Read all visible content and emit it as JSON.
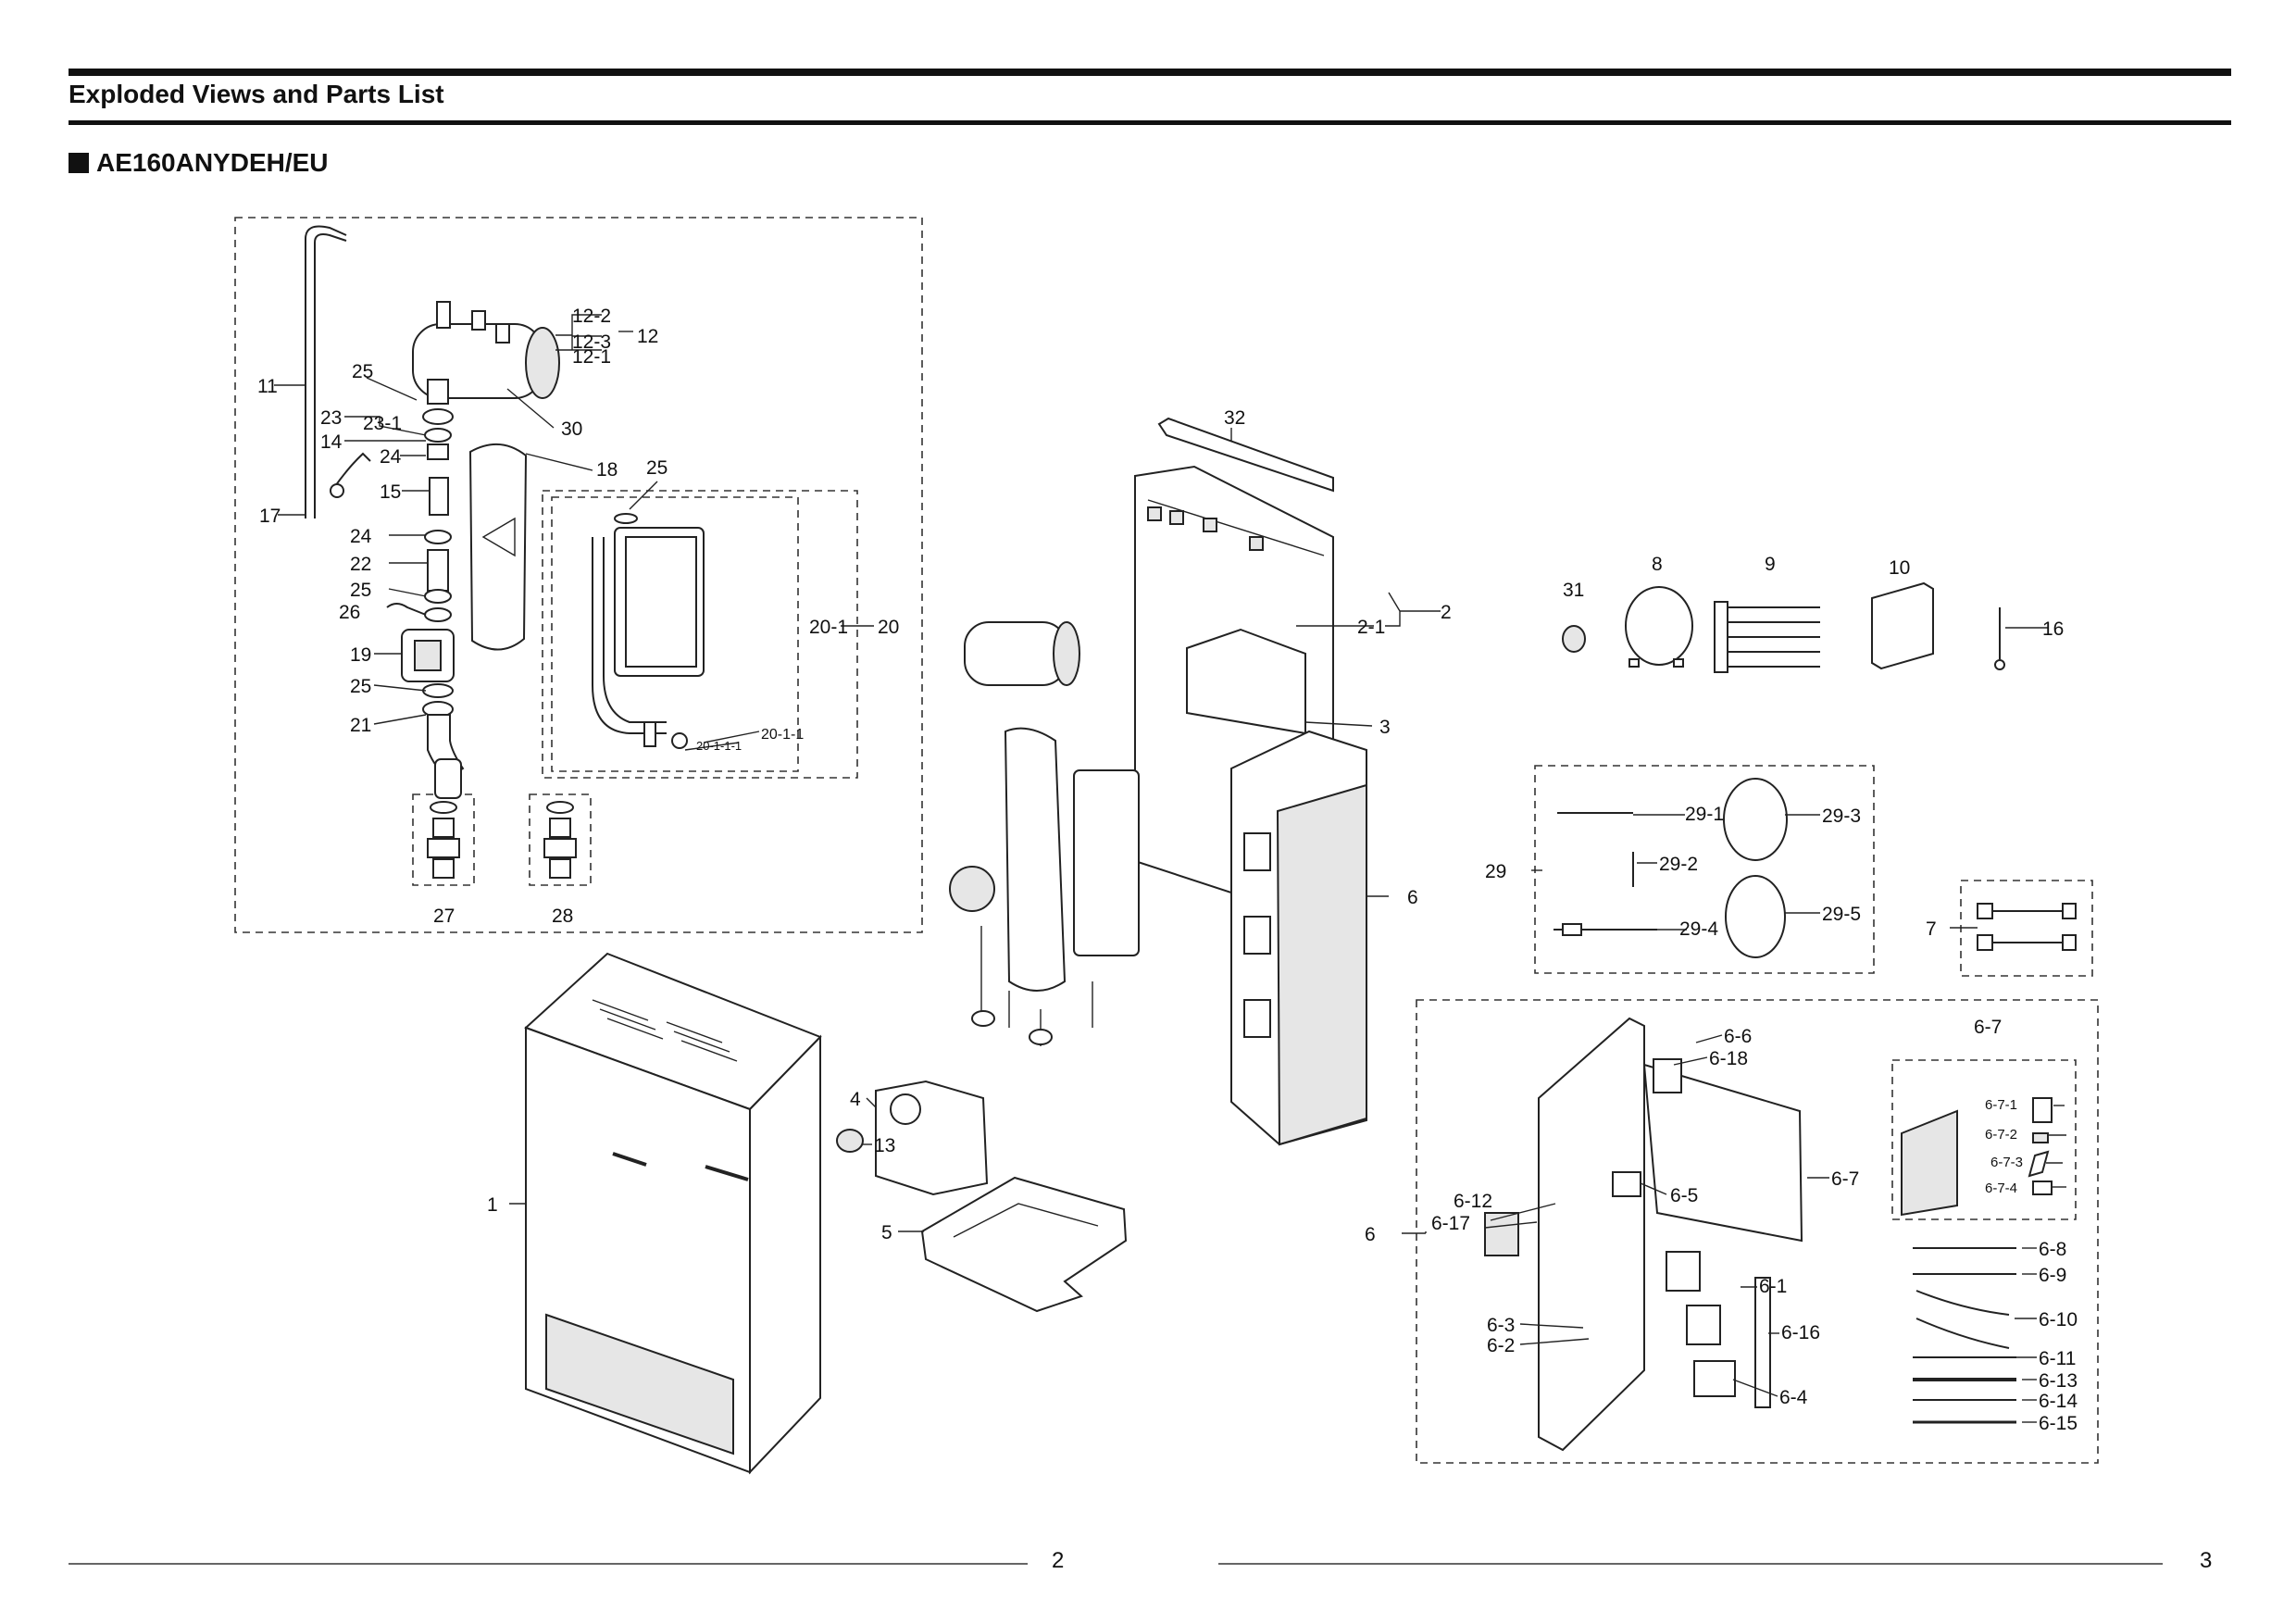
{
  "header": {
    "title": "Exploded Views and Parts List",
    "model": "AE160ANYDEH/EU"
  },
  "footer": {
    "page_left": "2",
    "page_right": "3"
  },
  "callouts": {
    "c1": "1",
    "c2": "2",
    "c2_1": "2-1",
    "c3": "3",
    "c4": "4",
    "c5": "5",
    "c6_main": "6",
    "c6_detail": "6",
    "c7": "7",
    "c8": "8",
    "c9": "9",
    "c10": "10",
    "c11": "11",
    "c12": "12",
    "c12_1": "12-1",
    "c12_2": "12-2",
    "c12_3": "12-3",
    "c13": "13",
    "c14": "14",
    "c15": "15",
    "c16": "16",
    "c17": "17",
    "c18": "18",
    "c19": "19",
    "c20": "20",
    "c20_1": "20-1",
    "c20_1_1": "20-1-1",
    "c20_1_1_1": "20-1-1-1",
    "c21": "21",
    "c22": "22",
    "c23": "23",
    "c23_1": "23-1",
    "c24a": "24",
    "c24b": "24",
    "c25a": "25",
    "c25b": "25",
    "c25c": "25",
    "c25d": "25",
    "c26": "26",
    "c27": "27",
    "c28": "28",
    "c29": "29",
    "c29_1": "29-1",
    "c29_2": "29-2",
    "c29_3": "29-3",
    "c29_4": "29-4",
    "c29_5": "29-5",
    "c30": "30",
    "c31": "31",
    "c32": "32",
    "c6_1": "6-1",
    "c6_2": "6-2",
    "c6_3": "6-3",
    "c6_4": "6-4",
    "c6_5": "6-5",
    "c6_6": "6-6",
    "c6_7": "6-7",
    "c6_7_top": "6-7",
    "c6_7_1": "6-7-1",
    "c6_7_2": "6-7-2",
    "c6_7_3": "6-7-3",
    "c6_7_4": "6-7-4",
    "c6_8": "6-8",
    "c6_9": "6-9",
    "c6_10": "6-10",
    "c6_11": "6-11",
    "c6_12": "6-12",
    "c6_13": "6-13",
    "c6_14": "6-14",
    "c6_15": "6-15",
    "c6_16": "6-16",
    "c6_17": "6-17",
    "c6_18": "6-18"
  }
}
